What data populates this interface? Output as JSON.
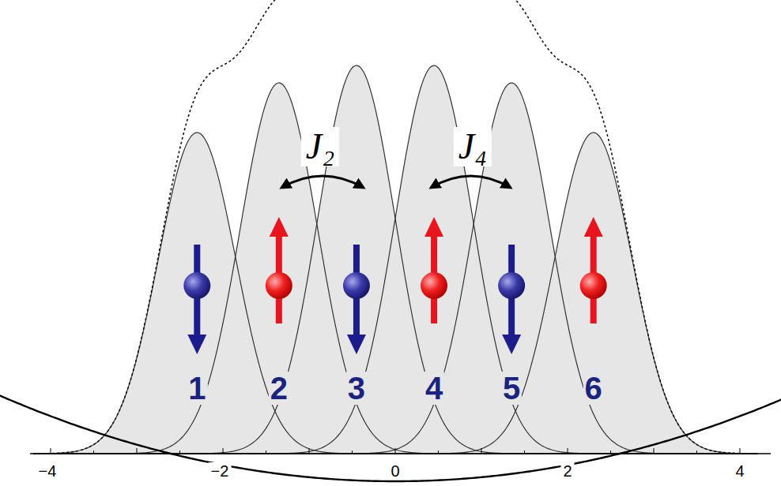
{
  "diagram": {
    "labels": [
      "J₂",
      "J₄",
      "1",
      "2",
      "3",
      "4",
      "5",
      "6",
      "−4",
      "−2",
      "0",
      "2",
      "4"
    ]
  }
}
